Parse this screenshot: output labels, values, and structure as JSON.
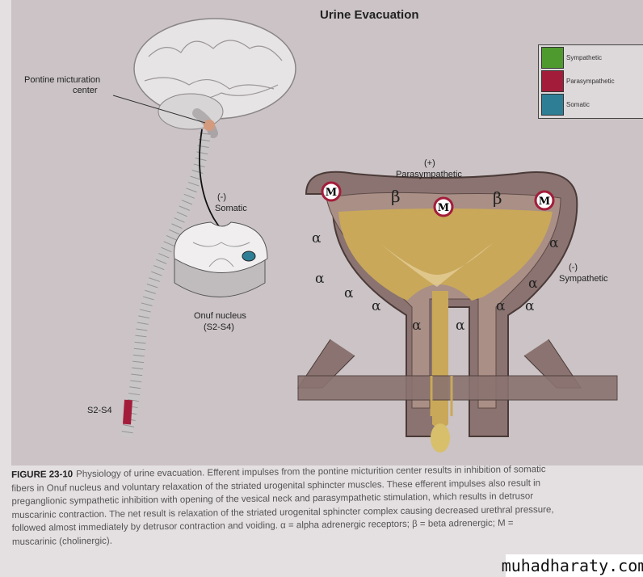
{
  "figure": {
    "title": "Urine Evacuation",
    "legend": [
      {
        "label": "Sympathetic",
        "color": "#4f9a2e"
      },
      {
        "label": "Parasympathetic",
        "color": "#a31d3a"
      },
      {
        "label": "Somatic",
        "color": "#2e7f96"
      }
    ],
    "labels": {
      "pontine_line1": "Pontine micturation",
      "pontine_line2": "center",
      "somatic_sign": "(-)",
      "somatic": "Somatic",
      "onuf_line1": "Onuf nucleus",
      "onuf_line2": "(S2-S4)",
      "spinal_level": "S2-S4",
      "parasym_sign": "(+)",
      "parasympathetic": "Parasympathetic",
      "sym_sign": "(-)",
      "sympathetic": "Sympathetic"
    },
    "receptor_symbols": {
      "muscarinic": "M",
      "beta": "β",
      "alpha": "α"
    }
  },
  "caption": {
    "figure_number": "FIGURE 23-10",
    "lines": [
      "Physiology of urine evacuation. Efferent impulses from the pontine micturition center results in inhibition of somatic",
      "fibers in Onuf nucleus and voluntary relaxation of the striated urogenital sphincter muscles. These efferent impulses also result in",
      "preganglionic sympathetic inhibition with opening of the vesical neck and parasympathetic stimulation, which results in detrusor",
      "muscarinic contraction. The net result is relaxation of the striated urogenital sphincter complex causing decreased urethral pressure,",
      "followed almost immediately by detrusor contraction and voiding. α = alpha adrenergic receptors; β = beta adrenergic; M =",
      "muscarinic (cholinergic)."
    ]
  },
  "watermark": "muhadharaty.com"
}
